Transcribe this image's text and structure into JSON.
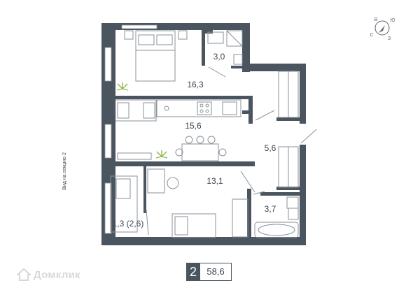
{
  "floor_plan": {
    "rooms": [
      {
        "id": "bedroom",
        "area": "16,3"
      },
      {
        "id": "bathroom-top",
        "area": "3,0"
      },
      {
        "id": "kitchen-living",
        "area": "15,6"
      },
      {
        "id": "hallway",
        "area": "5,6"
      },
      {
        "id": "room-2",
        "area": "13,1"
      },
      {
        "id": "bathroom-bottom",
        "area": "3,7"
      },
      {
        "id": "balcony",
        "area": "1,3 (2,6)"
      }
    ],
    "side_label": "Вид на секцию 2"
  },
  "compass": {
    "north": "В",
    "east": "Ю",
    "west": "С",
    "south": "З"
  },
  "summary": {
    "rooms": "2",
    "total_area": "58,6"
  },
  "watermark": {
    "text": "Домклик"
  },
  "colors": {
    "wall": "#4a5560",
    "furniture": "#8a929a",
    "plant": "#8fb84a"
  }
}
